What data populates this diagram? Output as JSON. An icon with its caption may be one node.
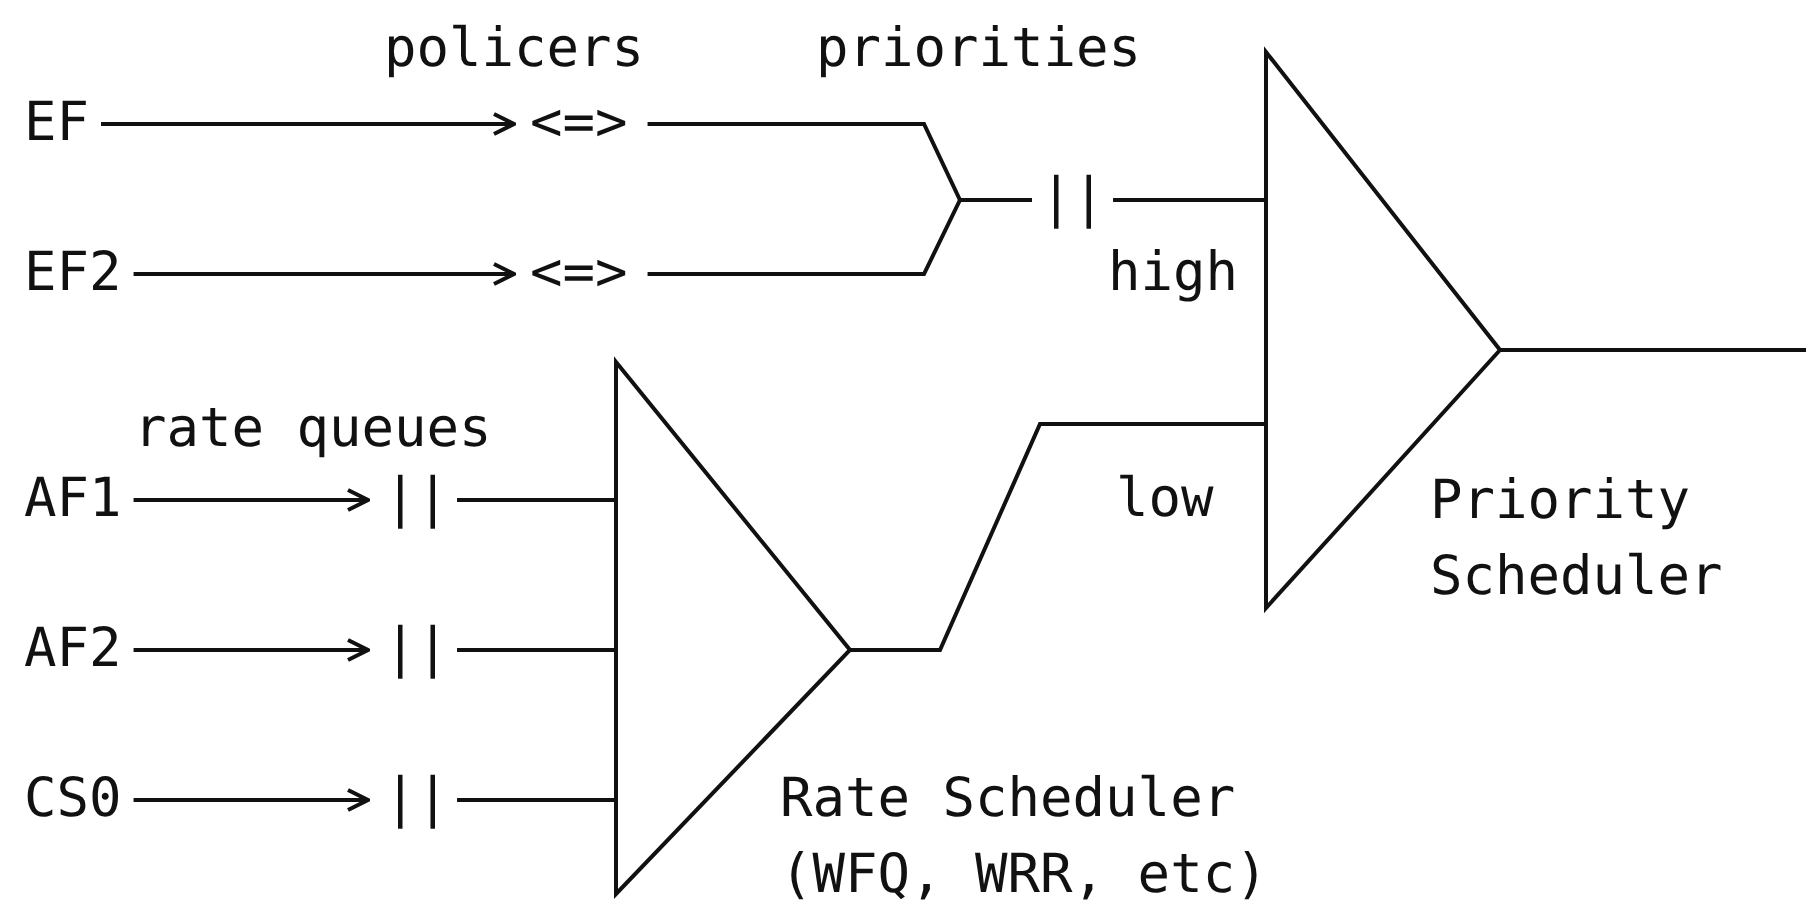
{
  "diagram": {
    "nodes": [
      {
        "text": [
          "EF"
        ]
      },
      {
        "text": [
          "<=>"
        ]
      },
      {
        "text": [
          "||"
        ]
      },
      {
        "text": [
          "EF2"
        ]
      },
      {
        "text": [
          "<=>"
        ]
      },
      {
        "text": [],
        "shape": "triangle",
        "beside": [
          "Priority Scheduler"
        ]
      },
      {
        "text": [
          "AF1"
        ]
      },
      {
        "text": [
          "||"
        ]
      },
      {
        "text": [
          "AF2"
        ]
      },
      {
        "text": [
          "||"
        ]
      },
      {
        "text": [
          "CS0"
        ]
      },
      {
        "text": [
          "||"
        ]
      },
      {
        "text": [],
        "shape": "triangle",
        "beside": [
          "Rate Scheduler (WFQ, WRR, etc)"
        ]
      }
    ],
    "edges": [
      {
        "from": 0,
        "to": 1,
        "arrow": "to"
      },
      {
        "from": 3,
        "to": 4,
        "arrow": "to"
      },
      {
        "from": 1,
        "to": 2,
        "arrow": "none"
      },
      {
        "from": 4,
        "to": 2,
        "arrow": "none"
      },
      {
        "from": 2,
        "to": 5,
        "arrow": "none",
        "label": "high"
      },
      {
        "from": 6,
        "to": 7,
        "arrow": "to"
      },
      {
        "from": 8,
        "to": 9,
        "arrow": "to"
      },
      {
        "from": 10,
        "to": 11,
        "arrow": "to"
      },
      {
        "from": 7,
        "to": 12,
        "arrow": "none"
      },
      {
        "from": 9,
        "to": 12,
        "arrow": "none"
      },
      {
        "from": 11,
        "to": 12,
        "arrow": "none"
      },
      {
        "from": 12,
        "to": 5,
        "arrow": "none",
        "label": "low"
      },
      {
        "from": 5,
        "to": null,
        "arrow": "none"
      }
    ],
    "labels": [
      "policers",
      "priorities",
      "rate queues"
    ]
  }
}
